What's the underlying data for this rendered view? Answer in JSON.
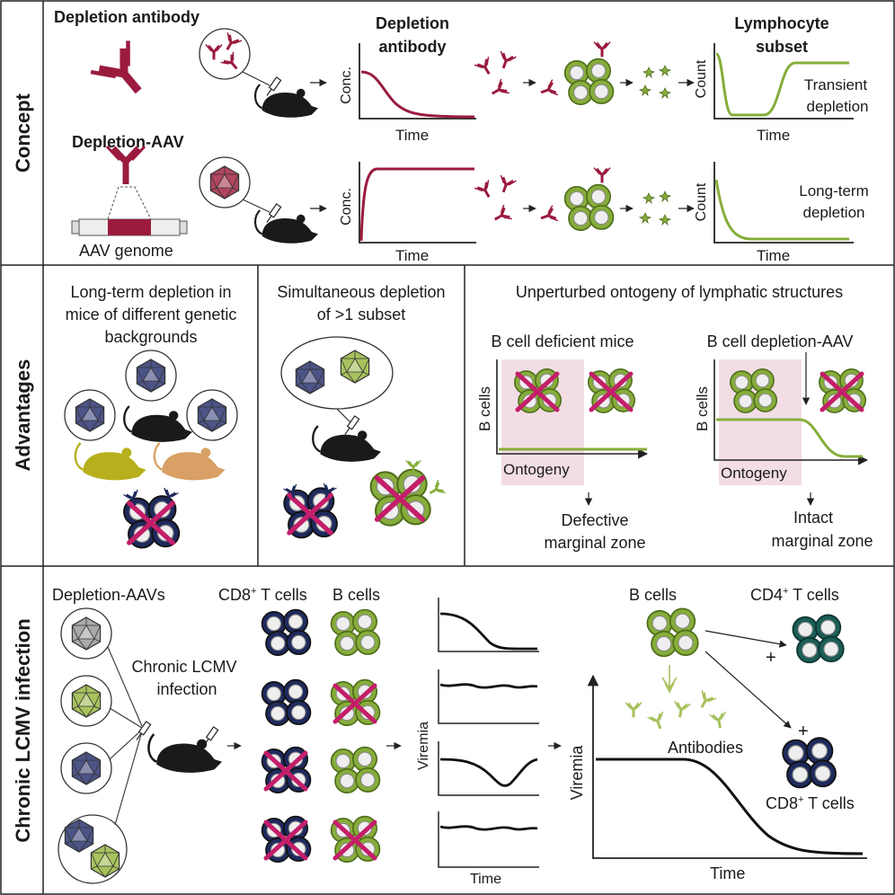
{
  "rows": {
    "concept": "Concept",
    "advantages": "Advantages",
    "chronic": "Chronic LCMV infection"
  },
  "concept": {
    "depletion_antibody": "Depletion antibody",
    "depletion_aav": "Depletion-AAV",
    "aav_genome": "AAV genome",
    "chart_title_1": "Depletion",
    "chart_title_2": "antibody",
    "subset_title_1": "Lymphocyte",
    "subset_title_2": "subset",
    "conc": "Conc.",
    "time": "Time",
    "count": "Count",
    "transient_1": "Transient",
    "transient_2": "depletion",
    "longterm_1": "Long-term",
    "longterm_2": "depletion"
  },
  "advantages": {
    "p1_line1": "Long-term depletion in",
    "p1_line2": "mice of different genetic",
    "p1_line3": "backgrounds",
    "p2_line1": "Simultaneous depletion",
    "p2_line2": "of >1 subset",
    "p3_title": "Unperturbed ontogeny of lymphatic structures",
    "deficient": "B cell deficient mice",
    "depletion_aav": "B cell depletion-AAV",
    "b_cells": "B cells",
    "ontogeny": "Ontogeny",
    "defective_1": "Defective",
    "defective_2": "marginal zone",
    "intact_1": "Intact",
    "intact_2": "marginal zone"
  },
  "chronic": {
    "depletion_aavs": "Depletion-AAVs",
    "cd8": "CD8",
    "sup": "+",
    "t_cells": " T cells",
    "b_cells": "B cells",
    "lcmv_1": "Chronic LCMV",
    "lcmv_2": "infection",
    "viremia": "Viremia",
    "time": "Time",
    "cd4": "CD4",
    "antibodies": "Antibodies",
    "plus": "+"
  },
  "colors": {
    "antibody": "#9b1b3f",
    "green": "#86ad3a",
    "green_light": "#b3cf6e",
    "navy": "#1e2a5c",
    "teal": "#1b5e57",
    "virus_blue": "#4c5487",
    "virus_green": "#a8c25e",
    "virus_grey": "#a9a9a9",
    "pink_bg": "#f2dde5",
    "cross": "#c41e6a"
  }
}
